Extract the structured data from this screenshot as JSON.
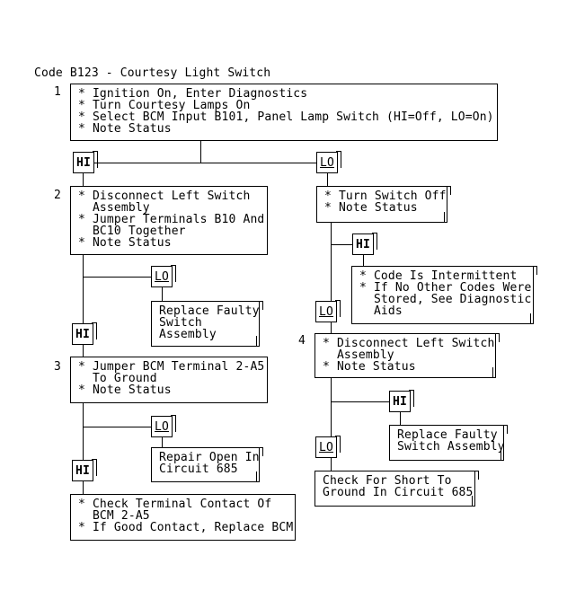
{
  "title": "Code B123 - Courtesy Light Switch",
  "colors": {
    "background": "#ffffff",
    "line": "#000000",
    "text": "#000000"
  },
  "labels": {
    "hi": "HI",
    "lo": "LO"
  },
  "nodes": {
    "step1": {
      "number": "1",
      "lines": [
        "* Ignition On, Enter Diagnostics",
        "* Turn Courtesy Lamps On",
        "* Select BCM Input B101, Panel Lamp Switch (HI=Off, LO=On)",
        "* Note Status"
      ]
    },
    "step2": {
      "number": "2",
      "lines": [
        "* Disconnect Left Switch",
        "  Assembly",
        "* Jumper Terminals B10 And",
        "  BC10 Together",
        "* Note Status"
      ]
    },
    "step3": {
      "number": "3",
      "lines": [
        "* Jumper BCM Terminal 2-A5",
        "  To Ground",
        "* Note Status"
      ]
    },
    "step4": {
      "number": "4",
      "lines": [
        "* Disconnect Left Switch",
        "  Assembly",
        "* Note Status"
      ]
    },
    "turn_switch_off": {
      "lines": [
        "* Turn Switch Off",
        "* Note Status"
      ]
    },
    "intermittent": {
      "lines": [
        "* Code Is Intermittent",
        "* If No Other Codes Were",
        "  Stored, See Diagnostic",
        "  Aids"
      ]
    },
    "replace_faulty_left": {
      "lines": [
        "Replace Faulty",
        "Switch",
        "Assembly"
      ]
    },
    "replace_faulty_right": {
      "lines": [
        "Replace Faulty",
        "Switch Assembly"
      ]
    },
    "repair_open": {
      "lines": [
        "Repair Open In",
        "Circuit 685"
      ]
    },
    "check_short": {
      "lines": [
        "Check For Short To",
        "Ground In Circuit 685"
      ]
    },
    "check_terminal": {
      "lines": [
        "* Check Terminal Contact Of",
        "  BCM 2-A5",
        "* If Good Contact, Replace BCM"
      ]
    }
  }
}
